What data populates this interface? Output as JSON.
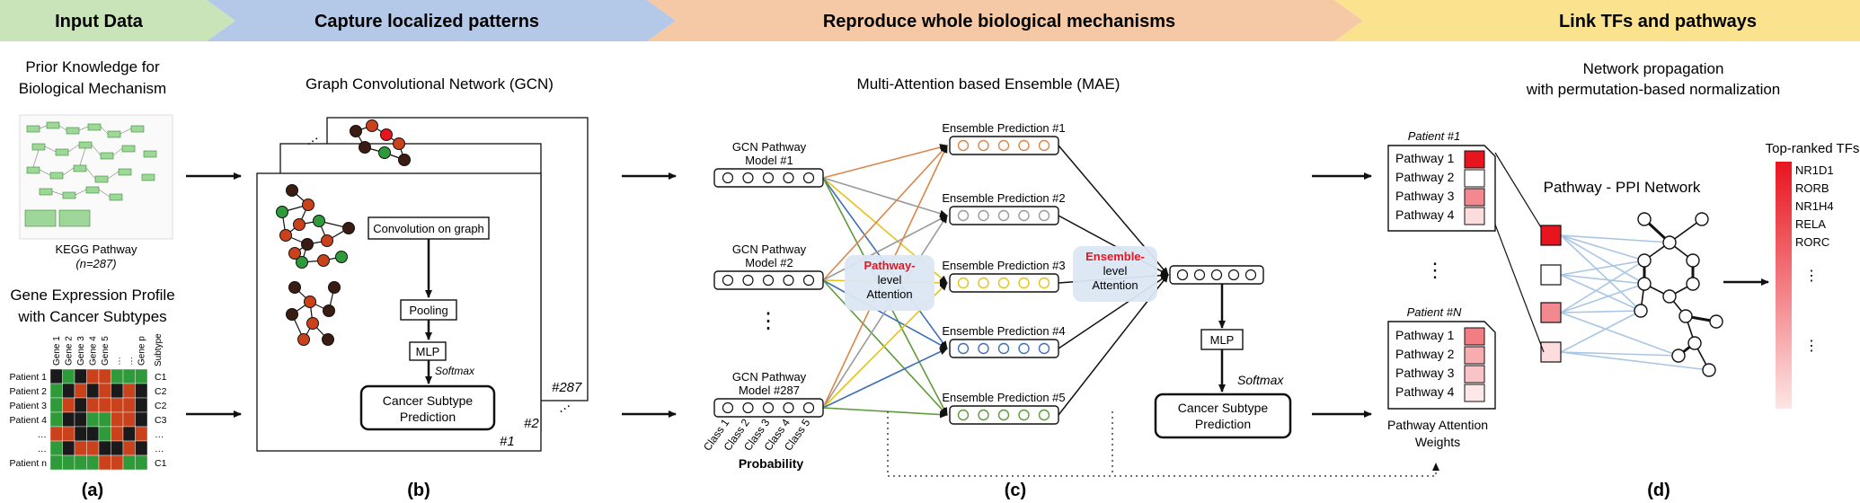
{
  "banners": [
    "Input Data",
    "Capture localized patterns",
    "Reproduce whole biological mechanisms",
    "Link TFs and pathways"
  ],
  "colors": {
    "green": "#c9e4b8",
    "blue": "#b4c8e8",
    "orange": "#f6c9a6",
    "yellow": "#fbe28f",
    "red": "#e8141e",
    "dark": "#3a1c12",
    "leaf": "#2e9a3a",
    "rust": "#c9421b"
  },
  "panel_a": {
    "prior_title": [
      "Prior Knowledge for",
      "Biological Mechanism"
    ],
    "kegg_label": "KEGG Pathway",
    "kegg_n": "(n=287)",
    "gene_title": [
      "Gene Expression Profile",
      "with Cancer Subtypes"
    ],
    "genes": [
      "Gene 1",
      "Gene 2",
      "Gene 3",
      "Gene 4",
      "Gene 5",
      "…",
      "…",
      "Gene p"
    ],
    "subtype_header": "Subtype",
    "patients": [
      "Patient 1",
      "Patient 2",
      "Patient 3",
      "Patient 4",
      "…",
      "…",
      "Patient n"
    ],
    "subtypes": [
      "C1",
      "C2",
      "C2",
      "C3",
      "…",
      "…",
      "C1"
    ],
    "heatmap": [
      [
        "k",
        "g",
        "k",
        "r",
        "r",
        "g",
        "g",
        "g"
      ],
      [
        "g",
        "k",
        "r",
        "k",
        "r",
        "k",
        "r",
        "k"
      ],
      [
        "g",
        "r",
        "k",
        "r",
        "r",
        "r",
        "r",
        "k"
      ],
      [
        "g",
        "k",
        "k",
        "g",
        "g",
        "r",
        "r",
        "k"
      ],
      [
        "r",
        "r",
        "k",
        "k",
        "g",
        "r",
        "k",
        "r"
      ],
      [
        "g",
        "k",
        "r",
        "r",
        "k",
        "k",
        "r",
        "k"
      ],
      [
        "g",
        "g",
        "g",
        "g",
        "r",
        "r",
        "g",
        "g"
      ]
    ],
    "letter": "(a)"
  },
  "panel_b": {
    "title": "Graph Convolutional Network (GCN)",
    "conv": "Convolution on graph",
    "pooling": "Pooling",
    "mlp": "MLP",
    "softmax": "Softmax",
    "predict": [
      "Cancer Subtype",
      "Prediction"
    ],
    "stack_labels": [
      "#1",
      "#2",
      "#287"
    ],
    "dots": "…",
    "letter": "(b)"
  },
  "panel_c": {
    "title": "Multi-Attention based Ensemble (MAE)",
    "models": [
      [
        "GCN Pathway",
        "Model #1"
      ],
      [
        "GCN Pathway",
        "Model #2"
      ],
      [
        "GCN Pathway",
        "Model #287"
      ]
    ],
    "ensembles": [
      "Ensemble Prediction #1",
      "Ensemble Prediction #2",
      "Ensemble Prediction #3",
      "Ensemble Prediction #4",
      "Ensemble Prediction #5"
    ],
    "ensemble_colors": [
      "#d9874b",
      "#9a9a9a",
      "#e6c21a",
      "#3f6fb5",
      "#5e9a3c"
    ],
    "pathway_att": [
      "Pathway-",
      "level",
      "Attention"
    ],
    "ensemble_att": [
      "Ensemble-",
      "level",
      "Attention"
    ],
    "classes": [
      "Class 1",
      "Class 2",
      "Class 3",
      "Class 4",
      "Class 5"
    ],
    "probability": "Probability",
    "mlp": "MLP",
    "softmax": "Softmax",
    "predict": [
      "Cancer Subtype",
      "Prediction"
    ],
    "letter": "(c)"
  },
  "panel_d": {
    "title": [
      "Network propagation",
      "with permutation-based normalization"
    ],
    "patient1": "Patient #1",
    "patientN": "Patient #N",
    "pathways": [
      "Pathway 1",
      "Pathway 2",
      "Pathway 3",
      "Pathway 4"
    ],
    "p1_weights": [
      1.0,
      0.0,
      0.5,
      0.15
    ],
    "pN_weights": [
      0.55,
      0.35,
      0.25,
      0.1
    ],
    "attention_label": [
      "Pathway Attention",
      "Weights"
    ],
    "ppi_title": "Pathway - PPI Network",
    "top_title": "Top-ranked TFs",
    "tfs": [
      "NR1D1",
      "RORB",
      "NR1H4",
      "RELA",
      "RORC"
    ],
    "letter": "(d)"
  }
}
